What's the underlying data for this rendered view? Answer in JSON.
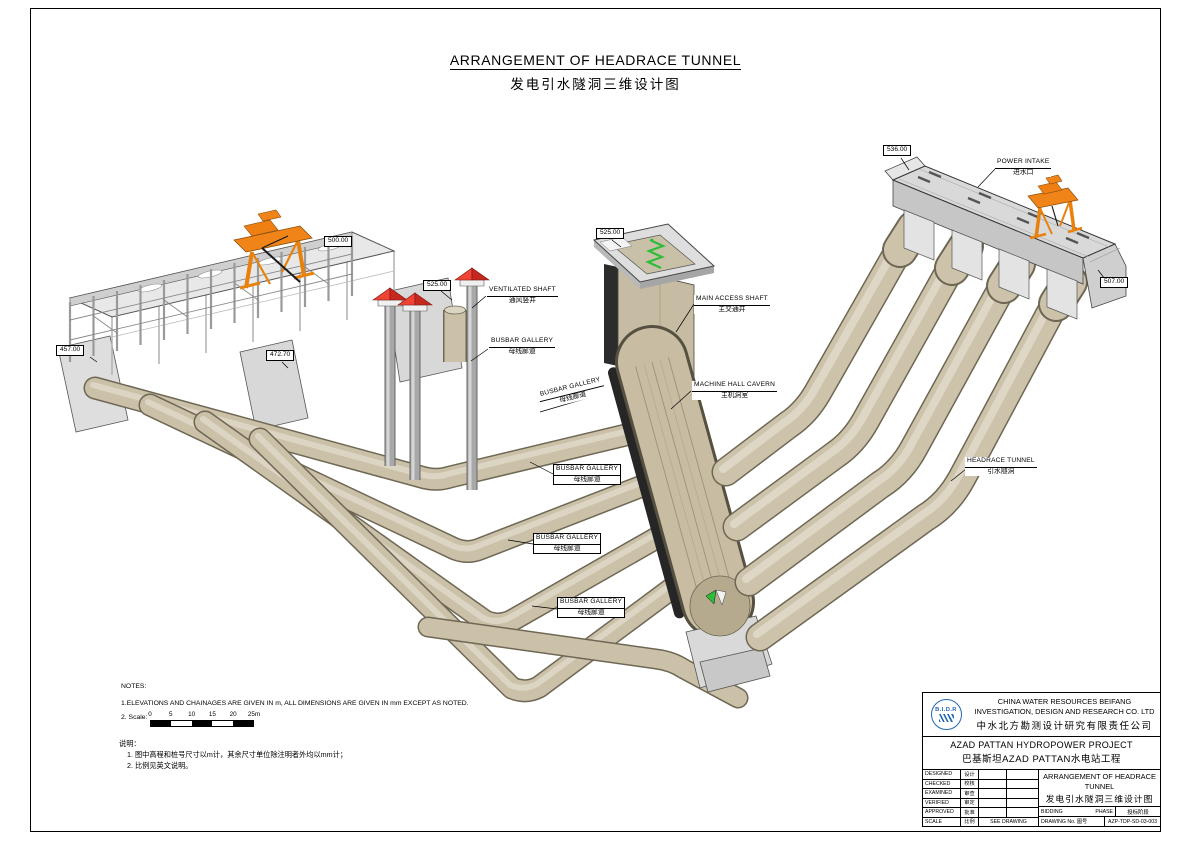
{
  "sheet": {
    "title_en": "ARRANGEMENT OF HEADRACE TUNNEL",
    "title_cn": "发电引水隧洞三维设计图"
  },
  "callouts": {
    "power_intake_en": "POWER INTAKE",
    "power_intake_cn": "进水口",
    "main_access_shaft_en": "MAIN ACCESS SHAFT",
    "main_access_shaft_cn": "主交通井",
    "ventilated_shaft_en": "VENTILATED SHAFT",
    "ventilated_shaft_cn": "通风竖井",
    "machine_hall_en": "MACHINE HALL CAVERN",
    "machine_hall_cn": "主机洞室",
    "headrace_tunnel_en": "HEADRACE TUNNEL",
    "headrace_tunnel_cn": "引水隧洞",
    "busbar_en": "BUSBAR GALLERY",
    "busbar_cn": "母线廊道"
  },
  "elevations": {
    "outlet_base": "457.00",
    "outlet_mid": "472.70",
    "outlet_deck": "500.00",
    "vent_shaft": "525.00",
    "access_shaft": "525.00",
    "intake_deck": "536.00",
    "intake_base": "507.00"
  },
  "notes": {
    "heading": "NOTES:",
    "note1": "1.ELEVATIONS AND CHAINAGES ARE GIVEN IN m, ALL DIMENSIONS ARE GIVEN IN mm EXCEPT AS NOTED.",
    "note2": "2. Scale:",
    "heading_cn": "说明：",
    "note1_cn": "1. 图中高程和桩号尺寸以m计，其余尺寸单位除注明者外均以mm计；",
    "note2_cn": "2. 比例见英文说明。"
  },
  "scale_bar": {
    "ticks": [
      "0",
      "5",
      "10",
      "15",
      "20",
      "25m"
    ]
  },
  "title_block": {
    "logo_text": "B.I.D.R",
    "company_en1": "CHINA WATER RESOURCES BEIFANG",
    "company_en2": "INVESTIGATION, DESIGN AND RESEARCH CO. LTD",
    "company_cn": "中水北方勘测设计研究有限责任公司",
    "project_en": "AZAD PATTAN HYDROPOWER PROJECT",
    "project_cn": "巴基斯坦AZAD PATTAN水电站工程",
    "rows": [
      {
        "en": "DESIGNED",
        "cn": "设计"
      },
      {
        "en": "CHECKED",
        "cn": "校核"
      },
      {
        "en": "EXAMINED",
        "cn": "审查"
      },
      {
        "en": "VERIFIED",
        "cn": "审定"
      },
      {
        "en": "APPROVED",
        "cn": "批准"
      },
      {
        "en": "SCALE",
        "cn": "比例"
      }
    ],
    "scale_value": "SEE DRAWING",
    "drawing_title_en": "ARRANGEMENT OF HEADRACE TUNNEL",
    "drawing_title_cn": "发电引水隧洞三维设计图",
    "bidding": "BIDDING",
    "phase": "PHASE",
    "phase_cn": "投标阶段",
    "drawing_no_label": "DRAWING No. 图号",
    "drawing_no": "AZP-TDP-SD-03-003"
  }
}
